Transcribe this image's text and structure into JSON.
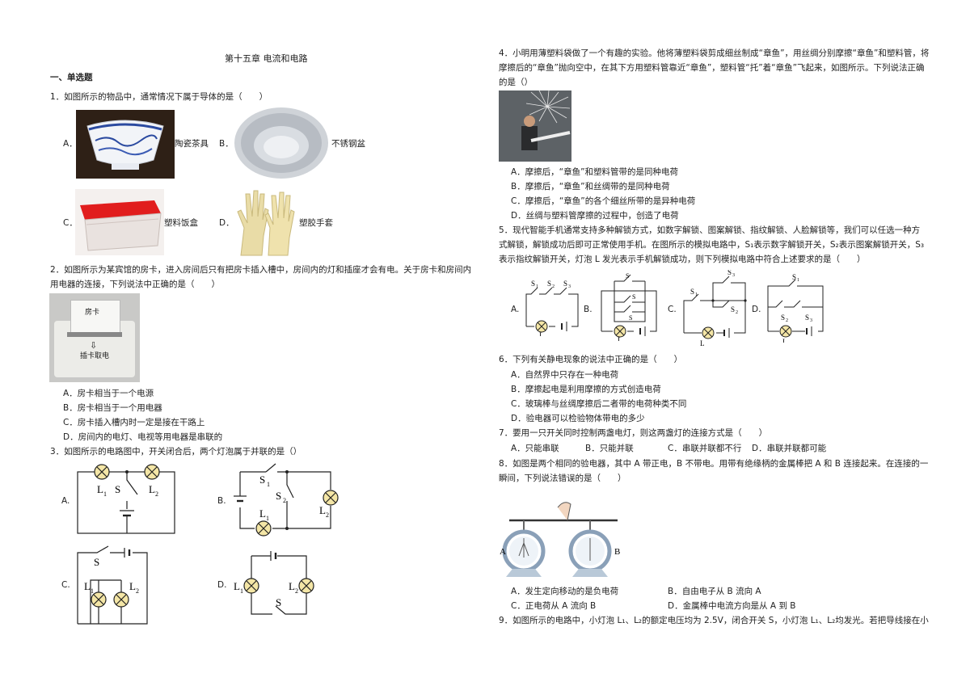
{
  "title": "第十五章 电流和电路",
  "section": "一、单选题",
  "q1": {
    "stem": "1．如图所示的物品中，通常情况下属于导体的是（　　）",
    "options": [
      {
        "letter": "A．",
        "label": "陶瓷茶具"
      },
      {
        "letter": "B．",
        "label": "不锈钢盆"
      },
      {
        "letter": "C．",
        "label": "塑料饭盒"
      },
      {
        "letter": "D．",
        "label": "塑胶手套"
      }
    ]
  },
  "q2": {
    "stem_l1": "2．如图所示为某宾馆的房卡，进入房间后只有把房卡插入槽中，房间内的灯和插座才会有电。关于房卡和房间内",
    "stem_l2": "用电器的连接，下列说法中正确的是（　　）",
    "card_label": "房卡",
    "slot_label": "插卡取电",
    "arrow": "⇩",
    "options": [
      "A．房卡相当于一个电源",
      "B．房卡相当于一个用电器",
      "C．房卡插入槽内时一定是接在干路上",
      "D．房间内的电灯、电视等用电器是串联的"
    ]
  },
  "q3": {
    "stem": "3．如图所示的电路图中，开关闭合后，两个灯泡属于并联的是（）",
    "letters": [
      "A.",
      "B.",
      "C.",
      "D."
    ]
  },
  "q4": {
    "stem_l1": "4．小明用薄塑料袋做了一个有趣的实验。他将薄塑料袋剪成细丝制成“章鱼”，用丝绸分别摩擦“章鱼”和塑料管，将",
    "stem_l2": "摩擦后的“章鱼”抛向空中，在其下方用塑料管靠近“章鱼”，塑料管“托”着“章鱼”飞起来，如图所示。下列说法正确",
    "stem_l3": "的是（）",
    "options": [
      "A．摩擦后，“章鱼”和塑料管带的是同种电荷",
      "B．摩擦后，“章鱼”和丝绸带的是同种电荷",
      "C．摩擦后，“章鱼”的各个细丝所带的是异种电荷",
      "D．丝绸与塑料管摩擦的过程中，创造了电荷"
    ]
  },
  "q5": {
    "stem_l1": "5．现代智能手机通常支持多种解锁方式，如数字解锁、图案解锁、指纹解锁、人脸解锁等，我们可以任选一种方",
    "stem_l2": "式解锁，解锁成功后即可正常使用手机。在图所示的模拟电路中，S₁表示数字解锁开关，S₂表示图案解锁开关，S₃",
    "stem_l3": "表示指纹解锁开关，灯泡 L 发光表示手机解锁成功，则下列模拟电路中符合上述要求的是（　　）",
    "letters": [
      "A.",
      "B.",
      "C.",
      "D."
    ]
  },
  "q6": {
    "stem": "6．下列有关静电现象的说法中正确的是（　　）",
    "options": [
      "A．自然界中只存在一种电荷",
      "B．摩擦起电是利用摩擦的方式创造电荷",
      "C．玻璃棒与丝绸摩擦后二者带的电荷种类不同",
      "D．验电器可以检验物体带电的多少"
    ]
  },
  "q7": {
    "stem": "7．要用一只开关同时控制两盏电灯，则这两盏灯的连接方式是（　　）",
    "options": [
      "A．只能串联",
      "B．只能并联",
      "C．串联并联都不行",
      "D．串联并联都可能"
    ]
  },
  "q8": {
    "stem_l1": "8．如图是两个相同的验电器，其中 A 带正电，B 不带电。用带有绝缘柄的金属棒把 A 和 B 连接起来。在连接的一",
    "stem_l2": "瞬间，下列说法错误的是（　　）",
    "label_a": "A",
    "label_b": "B",
    "options": [
      "A．发生定向移动的是负电荷",
      "B．自由电子从 B 流向 A",
      "C．正电荷从 A 流向 B",
      "D．金属棒中电流方向是从 A 到 B"
    ]
  },
  "q9": {
    "stem": "9．如图所示的电路中，小灯泡 L₁、L₂的额定电压均为 2.5V，闭合开关 S，小灯泡 L₁、L₂均发光。若把导线接在小"
  },
  "circuit_labels": {
    "L1": "L",
    "L2": "L",
    "S": "S",
    "S1": "S",
    "S2": "S",
    "S3": "S",
    "sub1": "1",
    "sub2": "2",
    "sub3": "3"
  }
}
